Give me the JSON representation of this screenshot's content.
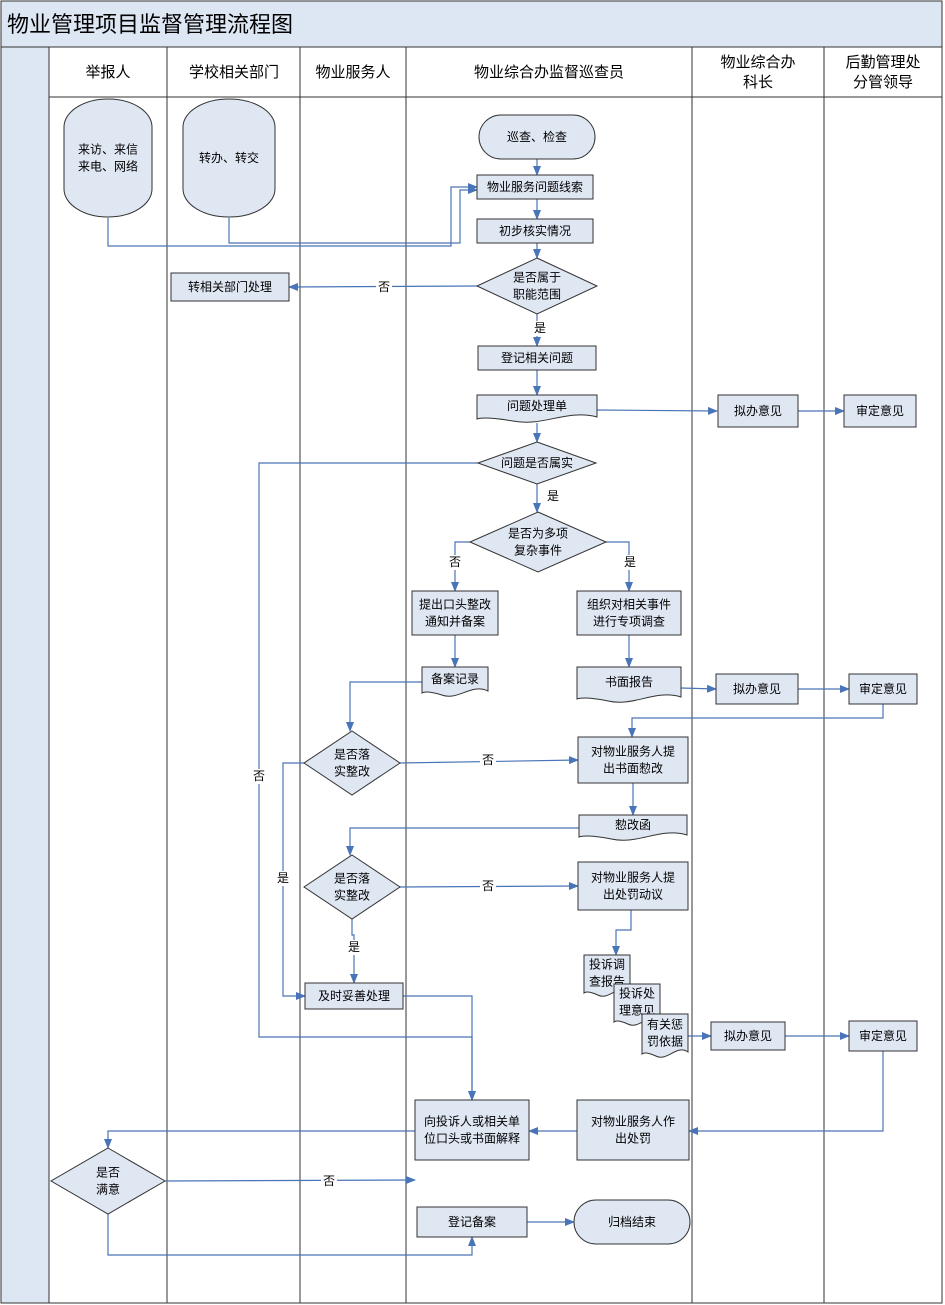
{
  "title": "物业管理项目监督管理流程图",
  "lanes": [
    {
      "id": "reporter",
      "label": [
        "举报人"
      ]
    },
    {
      "id": "school",
      "label": [
        "学校相关部门"
      ]
    },
    {
      "id": "service",
      "label": [
        "物业服务人"
      ]
    },
    {
      "id": "inspector",
      "label": [
        "物业综合办监督巡查员"
      ]
    },
    {
      "id": "chief",
      "label": [
        "物业综合办",
        "科长"
      ]
    },
    {
      "id": "leader",
      "label": [
        "后勤管理处",
        "分管领导"
      ]
    }
  ],
  "nodes": [
    {
      "id": "n_reporter_channels",
      "shape": "tall-rounded",
      "text": [
        "来访、来信",
        "来电、网络"
      ]
    },
    {
      "id": "n_transfer",
      "shape": "tall-rounded",
      "text": [
        "转办、转交"
      ]
    },
    {
      "id": "n_patrol",
      "shape": "terminal",
      "text": [
        "巡查、检查"
      ]
    },
    {
      "id": "n_clue",
      "shape": "process",
      "text": [
        "物业服务问题线索"
      ]
    },
    {
      "id": "n_verify",
      "shape": "process",
      "text": [
        "初步核实情况"
      ]
    },
    {
      "id": "n_scope",
      "shape": "decision",
      "text": [
        "是否属于",
        "职能范围"
      ]
    },
    {
      "id": "n_forward",
      "shape": "process",
      "text": [
        "转相关部门处理"
      ]
    },
    {
      "id": "n_register",
      "shape": "process",
      "text": [
        "登记相关问题"
      ]
    },
    {
      "id": "n_ticket",
      "shape": "document",
      "text": [
        "问题处理单"
      ]
    },
    {
      "id": "n_opinion1",
      "shape": "process",
      "text": [
        "拟办意见"
      ]
    },
    {
      "id": "n_review1",
      "shape": "process",
      "text": [
        "审定意见"
      ]
    },
    {
      "id": "n_true",
      "shape": "decision",
      "text": [
        "问题是否属实"
      ]
    },
    {
      "id": "n_complex",
      "shape": "decision",
      "text": [
        "是否为多项",
        "复杂事件"
      ]
    },
    {
      "id": "n_oral",
      "shape": "process",
      "text": [
        "提出口头整改",
        "通知并备案"
      ]
    },
    {
      "id": "n_investigate",
      "shape": "process",
      "text": [
        "组织对相关事件",
        "进行专项调查"
      ]
    },
    {
      "id": "n_record",
      "shape": "document",
      "text": [
        "备案记录"
      ]
    },
    {
      "id": "n_report",
      "shape": "document",
      "text": [
        "书面报告"
      ]
    },
    {
      "id": "n_opinion2",
      "shape": "process",
      "text": [
        "拟办意见"
      ]
    },
    {
      "id": "n_review2",
      "shape": "process",
      "text": [
        "审定意见"
      ]
    },
    {
      "id": "n_fix1",
      "shape": "decision",
      "text": [
        "是否落",
        "实整改"
      ]
    },
    {
      "id": "n_written",
      "shape": "process",
      "text": [
        "对物业服务人提",
        "出书面愸改"
      ]
    },
    {
      "id": "n_letter",
      "shape": "document",
      "text": [
        "愸改函"
      ]
    },
    {
      "id": "n_fix2",
      "shape": "decision",
      "text": [
        "是否落",
        "实整改"
      ]
    },
    {
      "id": "n_penalty_sug",
      "shape": "process",
      "text": [
        "对物业服务人提",
        "出处罚动议"
      ]
    },
    {
      "id": "n_doc_a",
      "shape": "document",
      "text": [
        "投诉调",
        "查报告"
      ]
    },
    {
      "id": "n_doc_b",
      "shape": "document",
      "text": [
        "投诉处",
        "理意见"
      ]
    },
    {
      "id": "n_doc_c",
      "shape": "document",
      "text": [
        "有关惩",
        "罚依据"
      ]
    },
    {
      "id": "n_resolve",
      "shape": "process",
      "text": [
        "及时妥善处理"
      ]
    },
    {
      "id": "n_opinion3",
      "shape": "process",
      "text": [
        "拟办意见"
      ]
    },
    {
      "id": "n_review3",
      "shape": "process",
      "text": [
        "审定意见"
      ]
    },
    {
      "id": "n_explain",
      "shape": "process",
      "text": [
        "向投诉人或相关单",
        "位口头或书面解释"
      ]
    },
    {
      "id": "n_punish",
      "shape": "process",
      "text": [
        "对物业服务人作",
        "出处罚"
      ]
    },
    {
      "id": "n_satisfied",
      "shape": "decision",
      "text": [
        "是否",
        "满意"
      ]
    },
    {
      "id": "n_archive_reg",
      "shape": "process",
      "text": [
        "登记备案"
      ]
    },
    {
      "id": "n_end",
      "shape": "terminal",
      "text": [
        "归档结束"
      ]
    }
  ],
  "edges": [
    {
      "from": "n_reporter_channels",
      "to": "n_clue",
      "label": ""
    },
    {
      "from": "n_transfer",
      "to": "n_clue",
      "label": ""
    },
    {
      "from": "n_patrol",
      "to": "n_clue",
      "label": ""
    },
    {
      "from": "n_clue",
      "to": "n_verify",
      "label": ""
    },
    {
      "from": "n_verify",
      "to": "n_scope",
      "label": ""
    },
    {
      "from": "n_scope",
      "to": "n_forward",
      "label": "否"
    },
    {
      "from": "n_scope",
      "to": "n_register",
      "label": "是"
    },
    {
      "from": "n_register",
      "to": "n_ticket",
      "label": ""
    },
    {
      "from": "n_ticket",
      "to": "n_opinion1",
      "label": ""
    },
    {
      "from": "n_opinion1",
      "to": "n_review1",
      "label": ""
    },
    {
      "from": "n_ticket",
      "to": "n_true",
      "label": ""
    },
    {
      "from": "n_true",
      "to": "n_complex",
      "label": "是"
    },
    {
      "from": "n_true",
      "to": "n_explain",
      "label": "否"
    },
    {
      "from": "n_complex",
      "to": "n_oral",
      "label": "否"
    },
    {
      "from": "n_complex",
      "to": "n_investigate",
      "label": "是"
    },
    {
      "from": "n_oral",
      "to": "n_record",
      "label": ""
    },
    {
      "from": "n_investigate",
      "to": "n_report",
      "label": ""
    },
    {
      "from": "n_report",
      "to": "n_opinion2",
      "label": ""
    },
    {
      "from": "n_opinion2",
      "to": "n_review2",
      "label": ""
    },
    {
      "from": "n_record",
      "to": "n_fix1",
      "label": ""
    },
    {
      "from": "n_review2",
      "to": "n_written",
      "label": ""
    },
    {
      "from": "n_fix1",
      "to": "n_written",
      "label": "否"
    },
    {
      "from": "n_fix1",
      "to": "n_resolve",
      "label": "是"
    },
    {
      "from": "n_written",
      "to": "n_letter",
      "label": ""
    },
    {
      "from": "n_letter",
      "to": "n_fix2",
      "label": ""
    },
    {
      "from": "n_fix2",
      "to": "n_penalty_sug",
      "label": "否"
    },
    {
      "from": "n_fix2",
      "to": "n_resolve",
      "label": "是"
    },
    {
      "from": "n_penalty_sug",
      "to": "n_doc_a",
      "label": ""
    },
    {
      "from": "n_doc_c",
      "to": "n_opinion3",
      "label": ""
    },
    {
      "from": "n_opinion3",
      "to": "n_review3",
      "label": ""
    },
    {
      "from": "n_review3",
      "to": "n_punish",
      "label": ""
    },
    {
      "from": "n_punish",
      "to": "n_explain",
      "label": ""
    },
    {
      "from": "n_resolve",
      "to": "n_explain",
      "label": ""
    },
    {
      "from": "n_explain",
      "to": "n_satisfied",
      "label": ""
    },
    {
      "from": "n_satisfied",
      "to": "n_explain",
      "label": "否"
    },
    {
      "from": "n_satisfied",
      "to": "n_archive_reg",
      "label": ""
    },
    {
      "from": "n_archive_reg",
      "to": "n_end",
      "label": ""
    }
  ]
}
